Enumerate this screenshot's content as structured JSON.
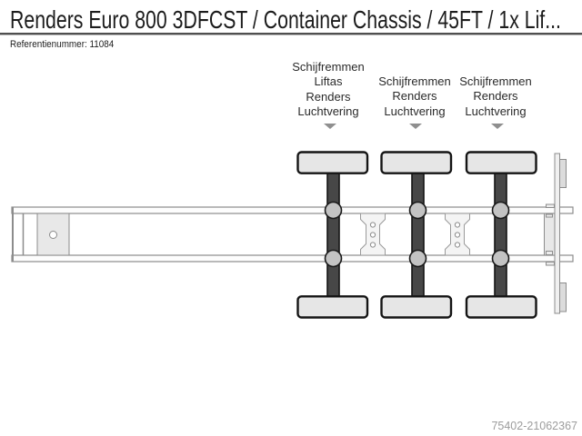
{
  "header": {
    "title": "Renders Euro 800 3DFCST / Container Chassis / 45FT / 1x Lif...",
    "reference": "Referentienummer: 11084"
  },
  "axle_labels": {
    "columns": [
      {
        "axle": 1,
        "lines": [
          "Schijfremmen",
          "Liftas",
          "Renders",
          "Luchtvering"
        ]
      },
      {
        "axle": 2,
        "lines": [
          "Schijfremmen",
          "Renders",
          "Luchtvering"
        ]
      },
      {
        "axle": 3,
        "lines": [
          "Schijfremmen",
          "Renders",
          "Luchtvering"
        ]
      }
    ],
    "arrow_icon": "down-triangle"
  },
  "diagram": {
    "type": "trailer-chassis-top-view",
    "axle_count": 3,
    "wheel_count": 6,
    "colors": {
      "wheel_fill": "#e6e6e6",
      "axle_fill": "#474747",
      "suspension_fill": "#c3c3c3",
      "chassis_stroke": "#8c8c8c"
    }
  },
  "footer": {
    "watermark": "75402-21062367"
  }
}
